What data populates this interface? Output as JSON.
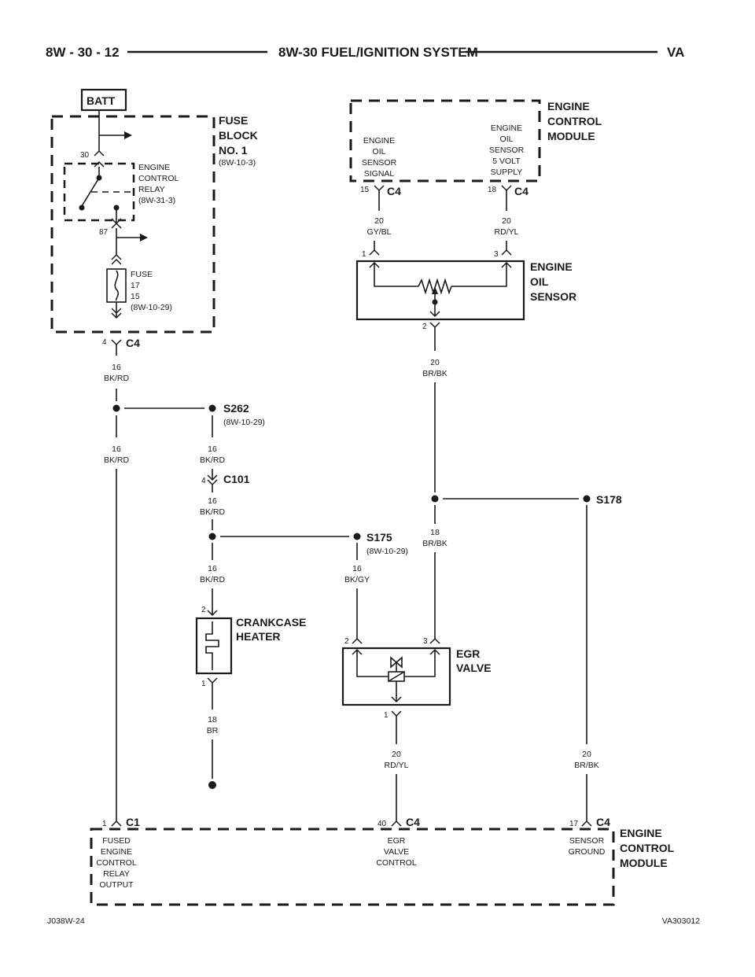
{
  "header": {
    "page": "8W - 30 - 12",
    "title": "8W-30 FUEL/IGNITION SYSTEM",
    "model": "VA"
  },
  "footer": {
    "left": "J038W-24",
    "right": "VA303012"
  },
  "components": {
    "batt": "BATT",
    "fuse_block": [
      "FUSE",
      "BLOCK",
      "NO. 1"
    ],
    "fuse_block_ref": "(8W-10-3)",
    "relay": [
      "ENGINE",
      "CONTROL",
      "RELAY",
      "(8W-31-3)"
    ],
    "fuse": [
      "FUSE",
      "17",
      "15",
      "(8W-10-29)"
    ],
    "ecm_top": [
      "ENGINE",
      "CONTROL",
      "MODULE"
    ],
    "ecm_sig": [
      "ENGINE",
      "OIL",
      "SENSOR",
      "SIGNAL"
    ],
    "ecm_sup": [
      "ENGINE",
      "OIL",
      "SENSOR",
      "5 VOLT",
      "SUPPLY"
    ],
    "oil_sensor": [
      "ENGINE",
      "OIL",
      "SENSOR"
    ],
    "crankcase": [
      "CRANKCASE",
      "HEATER"
    ],
    "egr": [
      "EGR",
      "VALVE"
    ],
    "ecm_bot": [
      "ENGINE",
      "CONTROL",
      "MODULE"
    ],
    "ecm_c1": [
      "FUSED",
      "ENGINE",
      "CONTROL",
      "RELAY",
      "OUTPUT"
    ],
    "ecm_egr": [
      "EGR",
      "VALVE",
      "CONTROL"
    ],
    "ecm_gnd": [
      "SENSOR",
      "GROUND"
    ]
  },
  "splices": {
    "s262": "S262",
    "s262_ref": "(8W-10-29)",
    "s175": "S175",
    "s175_ref": "(8W-10-29)",
    "s178": "S178"
  },
  "connectors": {
    "c4": "C4",
    "c101": "C101",
    "c1": "C1"
  },
  "pins": {
    "p30": "30",
    "p87": "87",
    "p4a": "4",
    "p15": "15",
    "p18": "18",
    "p1a": "1",
    "p3a": "3",
    "p2a": "2",
    "p4b": "4",
    "p2b": "2",
    "p1b": "1",
    "p2c": "2",
    "p3c": "3",
    "p1c": "1",
    "p1d": "1",
    "p40": "40",
    "p17": "17"
  },
  "wires": {
    "w1": [
      "16",
      "BK/RD"
    ],
    "w2": [
      "16",
      "BK/RD"
    ],
    "w3": [
      "16",
      "BK/RD"
    ],
    "w4": [
      "16",
      "BK/RD"
    ],
    "w5": [
      "16",
      "BK/RD"
    ],
    "w6": [
      "16",
      "BK/GY"
    ],
    "w7": [
      "20",
      "GY/BL"
    ],
    "w8": [
      "20",
      "RD/YL"
    ],
    "w9": [
      "20",
      "BR/BK"
    ],
    "w10": [
      "18",
      "BR/BK"
    ],
    "w11": [
      "18",
      "BR"
    ],
    "w12": [
      "20",
      "RD/YL"
    ],
    "w13": [
      "20",
      "BR/BK"
    ]
  }
}
